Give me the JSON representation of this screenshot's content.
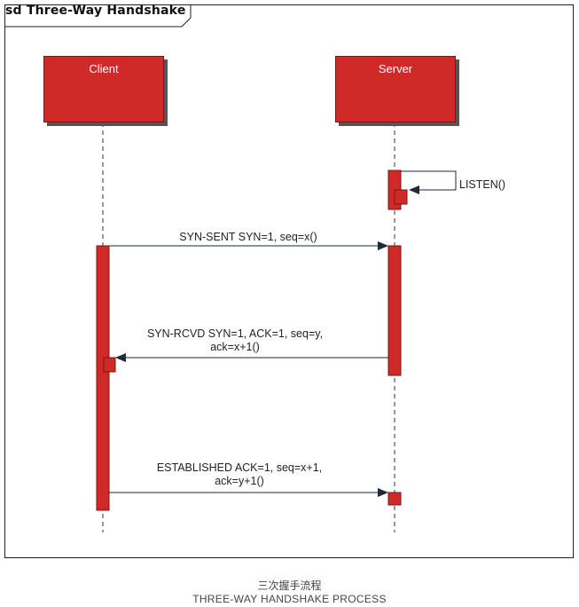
{
  "diagram": {
    "frame_title": "sd Three-Way Handshake",
    "lifelines": {
      "client": "Client",
      "server": "Server"
    },
    "messages": {
      "listen": "LISTEN()",
      "syn_sent": "SYN-SENT SYN=1, seq=x()",
      "syn_rcvd_line1": "SYN-RCVD SYN=1, ACK=1, seq=y,",
      "syn_rcvd_line2": "ack=x+1()",
      "established_line1": "ESTABLISHED ACK=1, seq=x+1,",
      "established_line2": "ack=y+1()"
    },
    "colors": {
      "lifeline_fill": "#cf2a27",
      "activation_fill": "#cf2a27",
      "shadow": "#555555"
    }
  },
  "caption": {
    "chinese": "三次握手流程",
    "english": "THREE-WAY HANDSHAKE PROCESS"
  }
}
